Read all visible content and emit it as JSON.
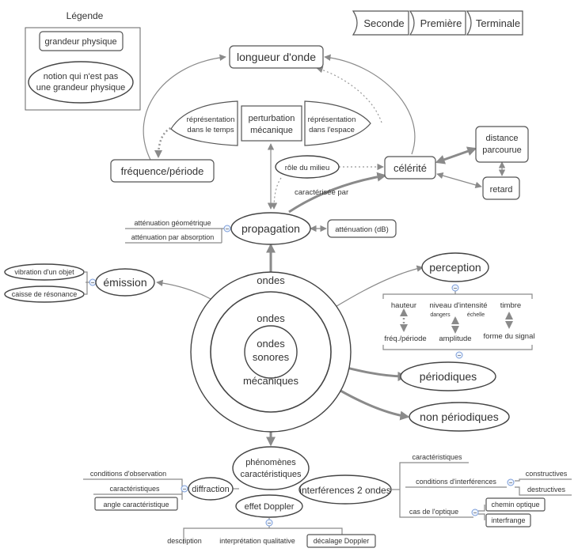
{
  "legend": {
    "title": "Légende",
    "box_label": "grandeur physique",
    "ellipse_label_1": "notion qui n'est pas",
    "ellipse_label_2": "une grandeur physique"
  },
  "levels": [
    "Seconde",
    "Première",
    "Terminale"
  ],
  "nodes": {
    "longueur_onde": "longueur d'onde",
    "rep_temps_1": "réprésentation",
    "rep_temps_2": "dans le temps",
    "perturbation_1": "perturbation",
    "perturbation_2": "mécanique",
    "rep_espace_1": "réprésentation",
    "rep_espace_2": "dans l'espace",
    "frequence": "fréquence/période",
    "role_milieu": "rôle du milieu",
    "celerite": "célérité",
    "distance_1": "distance",
    "distance_2": "parcourue",
    "retard": "retard",
    "caracterisee": "caractérisée par",
    "att_geo": "atténuation géométrique",
    "att_abs": "atténuation par absorption",
    "propagation": "propagation",
    "att_db": "atténuation (dB)",
    "vibration": "vibration d'un objet",
    "caisse": "caisse de résonance",
    "emission": "émission",
    "ondes_outer": "ondes",
    "ondes_middle": "ondes",
    "mecaniques": "mécaniques",
    "ondes_inner_1": "ondes",
    "ondes_inner_2": "sonores",
    "perception": "perception",
    "hauteur": "hauteur",
    "niveau": "niveau d'intensité",
    "dangers": "dangers",
    "echelle": "échelle",
    "timbre": "timbre",
    "freq_periode": "fréq./période",
    "amplitude": "amplitude",
    "forme": "forme du signal",
    "periodiques": "périodiques",
    "non_periodiques": "non périodiques",
    "phenomenes_1": "phénomènes",
    "phenomenes_2": "caractéristiques",
    "conditions_obs": "conditions d'observation",
    "caracteristiques_diff": "caractéristiques",
    "angle": "angle caractéristique",
    "diffraction": "diffraction",
    "interferences": "interférences 2 ondes",
    "doppler": "effet Doppler",
    "description": "description",
    "interpretation": "interprétation qualitative",
    "decalage": "décalage Doppler",
    "caracteristiques_int": "caractéristiques",
    "conditions_int": "conditions d'interférences",
    "constructives": "constructives",
    "destructives": "destructives",
    "cas_optique": "cas de l'optique",
    "chemin_optique": "chemin optique",
    "interfrange": "interfrange"
  },
  "collapse_symbol": "−"
}
